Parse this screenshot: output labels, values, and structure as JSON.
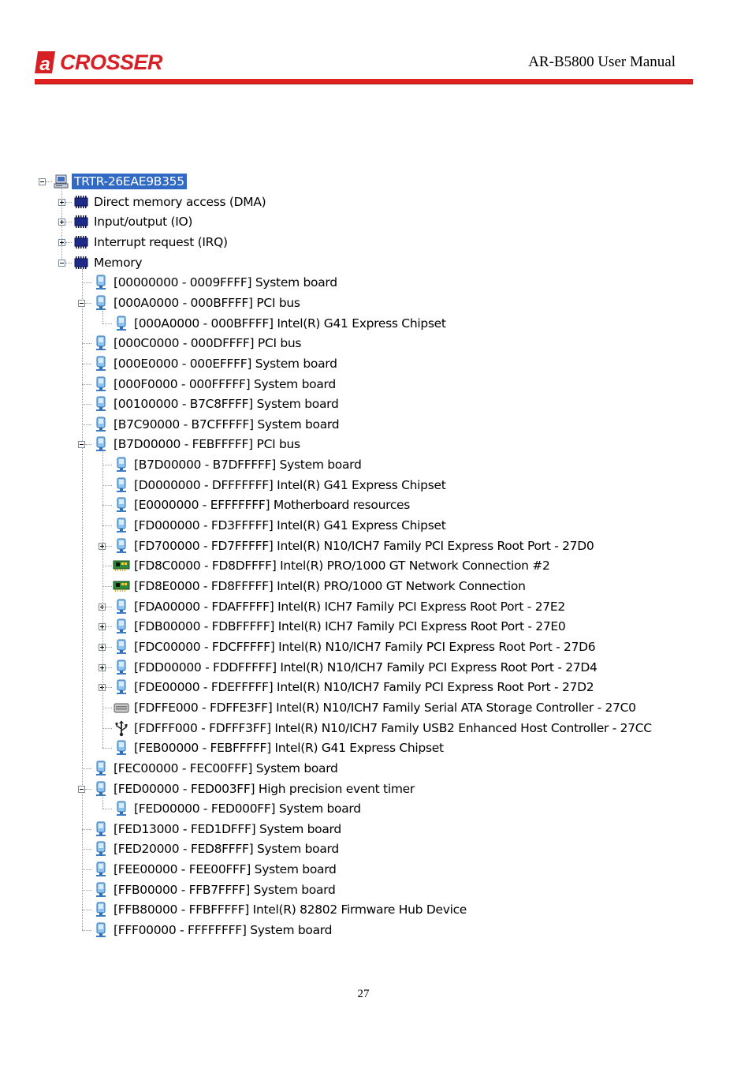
{
  "header": {
    "logo_text": "CROSSER",
    "logo_letter": "a",
    "doc_title": "AR-B5800 User Manual",
    "brand_color": "#e0201f"
  },
  "tree": {
    "root": {
      "label": "TRTR-26EAE9B355",
      "icon": "computer-icon",
      "expanded": true,
      "selected": true
    },
    "categories": [
      {
        "label": "Direct memory access (DMA)",
        "icon": "chip-icon",
        "expanded": false
      },
      {
        "label": "Input/output (IO)",
        "icon": "chip-icon",
        "expanded": false
      },
      {
        "label": "Interrupt request (IRQ)",
        "icon": "chip-icon",
        "expanded": false
      },
      {
        "label": "Memory",
        "icon": "chip-icon",
        "expanded": true
      }
    ],
    "memory_items": [
      {
        "level": 0,
        "range": "[00000000 - 0009FFFF]",
        "name": "System board",
        "icon": "device-icon",
        "toggle": ""
      },
      {
        "level": 0,
        "range": "[000A0000 - 000BFFFF]",
        "name": "PCI bus",
        "icon": "device-icon",
        "toggle": "minus"
      },
      {
        "level": 1,
        "range": "[000A0000 - 000BFFFF]",
        "name": "Intel(R) G41 Express Chipset",
        "icon": "device-icon",
        "toggle": ""
      },
      {
        "level": 0,
        "range": "[000C0000 - 000DFFFF]",
        "name": "PCI bus",
        "icon": "device-icon",
        "toggle": ""
      },
      {
        "level": 0,
        "range": "[000E0000 - 000EFFFF]",
        "name": "System board",
        "icon": "device-icon",
        "toggle": ""
      },
      {
        "level": 0,
        "range": "[000F0000 - 000FFFFF]",
        "name": "System board",
        "icon": "device-icon",
        "toggle": ""
      },
      {
        "level": 0,
        "range": "[00100000 - B7C8FFFF]",
        "name": "System board",
        "icon": "device-icon",
        "toggle": ""
      },
      {
        "level": 0,
        "range": "[B7C90000 - B7CFFFFF]",
        "name": "System board",
        "icon": "device-icon",
        "toggle": ""
      },
      {
        "level": 0,
        "range": "[B7D00000 - FEBFFFFF]",
        "name": "PCI bus",
        "icon": "device-icon",
        "toggle": "minus"
      },
      {
        "level": 1,
        "range": "[B7D00000 - B7DFFFFF]",
        "name": "System board",
        "icon": "device-icon",
        "toggle": ""
      },
      {
        "level": 1,
        "range": "[D0000000 - DFFFFFFF]",
        "name": "Intel(R) G41 Express Chipset",
        "icon": "device-icon",
        "toggle": ""
      },
      {
        "level": 1,
        "range": "[E0000000 - EFFFFFFF]",
        "name": "Motherboard resources",
        "icon": "device-icon",
        "toggle": ""
      },
      {
        "level": 1,
        "range": "[FD000000 - FD3FFFFF]",
        "name": "Intel(R) G41 Express Chipset",
        "icon": "device-icon",
        "toggle": ""
      },
      {
        "level": 1,
        "range": "[FD700000 - FD7FFFFF]",
        "name": "Intel(R) N10/ICH7 Family PCI Express Root Port - 27D0",
        "icon": "device-icon",
        "toggle": "plus"
      },
      {
        "level": 1,
        "range": "[FD8C0000 - FD8DFFFF]",
        "name": "Intel(R) PRO/1000 GT Network Connection #2",
        "icon": "network-card-icon",
        "toggle": ""
      },
      {
        "level": 1,
        "range": "[FD8E0000 - FD8FFFFF]",
        "name": "Intel(R) PRO/1000 GT Network Connection",
        "icon": "network-card-icon",
        "toggle": ""
      },
      {
        "level": 1,
        "range": "[FDA00000 - FDAFFFFF]",
        "name": "Intel(R) ICH7 Family PCI Express Root Port - 27E2",
        "icon": "device-icon",
        "toggle": "plus"
      },
      {
        "level": 1,
        "range": "[FDB00000 - FDBFFFFF]",
        "name": "Intel(R) ICH7 Family PCI Express Root Port - 27E0",
        "icon": "device-icon",
        "toggle": "plus"
      },
      {
        "level": 1,
        "range": "[FDC00000 - FDCFFFFF]",
        "name": "Intel(R) N10/ICH7 Family PCI Express Root Port - 27D6",
        "icon": "device-icon",
        "toggle": "plus"
      },
      {
        "level": 1,
        "range": "[FDD00000 - FDDFFFFF]",
        "name": "Intel(R) N10/ICH7 Family PCI Express Root Port - 27D4",
        "icon": "device-icon",
        "toggle": "plus"
      },
      {
        "level": 1,
        "range": "[FDE00000 - FDEFFFFF]",
        "name": "Intel(R) N10/ICH7 Family PCI Express Root Port - 27D2",
        "icon": "device-icon",
        "toggle": "plus"
      },
      {
        "level": 1,
        "range": "[FDFFE000 - FDFFE3FF]",
        "name": "Intel(R) N10/ICH7 Family Serial ATA Storage Controller - 27C0",
        "icon": "storage-controller-icon",
        "toggle": ""
      },
      {
        "level": 1,
        "range": "[FDFFF000 - FDFFF3FF]",
        "name": "Intel(R) N10/ICH7 Family USB2 Enhanced Host Controller - 27CC",
        "icon": "usb-icon",
        "toggle": ""
      },
      {
        "level": 1,
        "range": "[FEB00000 - FEBFFFFF]",
        "name": "Intel(R) G41 Express Chipset",
        "icon": "device-icon",
        "toggle": ""
      },
      {
        "level": 0,
        "range": "[FEC00000 - FEC00FFF]",
        "name": "System board",
        "icon": "device-icon",
        "toggle": ""
      },
      {
        "level": 0,
        "range": "[FED00000 - FED003FF]",
        "name": "High precision event timer",
        "icon": "device-icon",
        "toggle": "minus"
      },
      {
        "level": 1,
        "range": "[FED00000 - FED000FF]",
        "name": "System board",
        "icon": "device-icon",
        "toggle": ""
      },
      {
        "level": 0,
        "range": "[FED13000 - FED1DFFF]",
        "name": "System board",
        "icon": "device-icon",
        "toggle": ""
      },
      {
        "level": 0,
        "range": "[FED20000 - FED8FFFF]",
        "name": "System board",
        "icon": "device-icon",
        "toggle": ""
      },
      {
        "level": 0,
        "range": "[FEE00000 - FEE00FFF]",
        "name": "System board",
        "icon": "device-icon",
        "toggle": ""
      },
      {
        "level": 0,
        "range": "[FFB00000 - FFB7FFFF]",
        "name": "System board",
        "icon": "device-icon",
        "toggle": ""
      },
      {
        "level": 0,
        "range": "[FFB80000 - FFBFFFFF]",
        "name": "Intel(R) 82802 Firmware Hub Device",
        "icon": "device-icon",
        "toggle": ""
      },
      {
        "level": 0,
        "range": "[FFF00000 - FFFFFFFF]",
        "name": "System board",
        "icon": "device-icon",
        "toggle": ""
      }
    ]
  },
  "footer": {
    "page_number": "27"
  }
}
